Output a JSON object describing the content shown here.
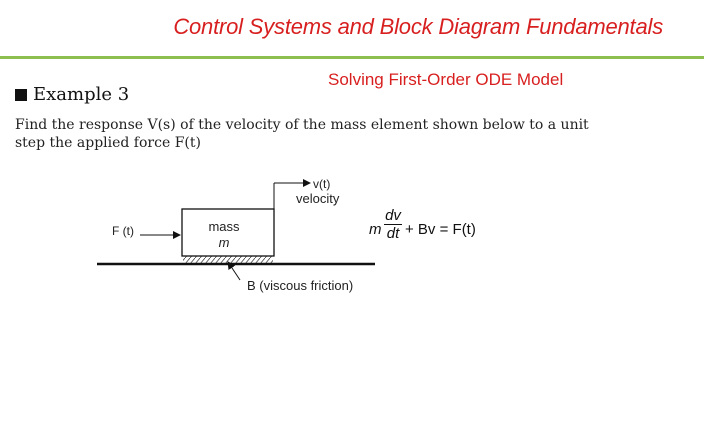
{
  "header": {
    "title": "Control Systems and Block Diagram Fundamentals",
    "subtitle": "Solving First-Order ODE Model",
    "accent_color": "#d81f1f",
    "rule_color": "#8cbf4d"
  },
  "example": {
    "heading": "Example 3",
    "problem_line_1": "Find the response V(s) of the velocity of the mass element shown below to a unit",
    "problem_line_2": "step the applied force F(t)"
  },
  "diagram": {
    "force_label": "F (t)",
    "velocity_symbol": "v(t)",
    "velocity_label": "velocity",
    "mass_label": "mass",
    "mass_symbol": "m",
    "friction_label": "B (viscous friction)"
  },
  "equation": {
    "m": "m",
    "numerator": "dv",
    "denominator": "dt",
    "rest": "+ Bv = F(t)"
  }
}
